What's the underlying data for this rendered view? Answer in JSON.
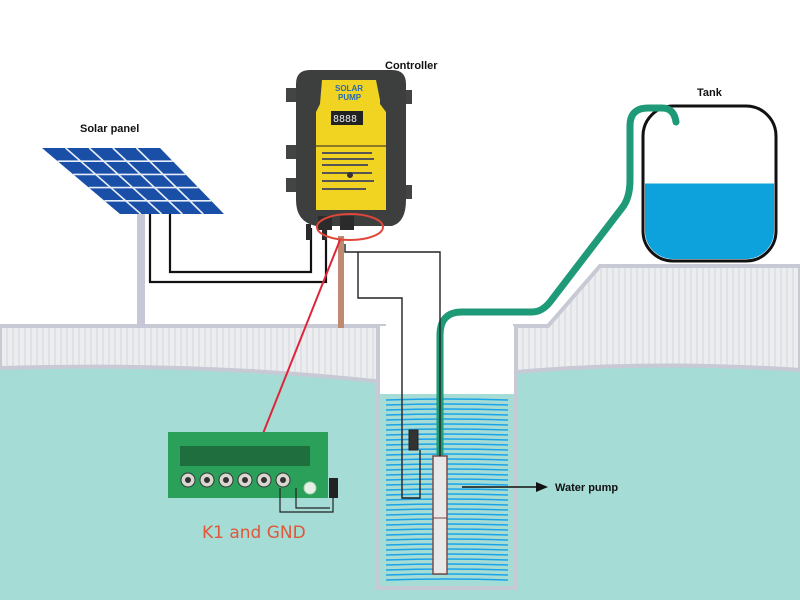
{
  "title": "Solar water pump system diagram",
  "labels": {
    "solar_panel": "Solar panel",
    "controller": "Controller",
    "tank": "Tank",
    "water_pump": "Water pump",
    "terminal_callout": "K1 and GND"
  },
  "controller": {
    "brand_line1": "SOLAR",
    "brand_line2": "PUMP",
    "display": "8888"
  },
  "tank": {
    "fill_fraction": 0.5
  },
  "colors": {
    "ground_water": "#a6dcd6",
    "soil": "#e9ebec",
    "soil_edge": "#c7c9d4",
    "well_water_line": "#1aa4e8",
    "pipe": "#1f9a78",
    "tank_water": "#0ea2dc",
    "panel": "#1a4fa8",
    "controller_body": "#3c3f3e",
    "controller_face": "#f1d321",
    "callout": "#e0573a",
    "pcb": "#2aa05a"
  },
  "icons": {
    "arrow": "arrow-right-icon"
  }
}
